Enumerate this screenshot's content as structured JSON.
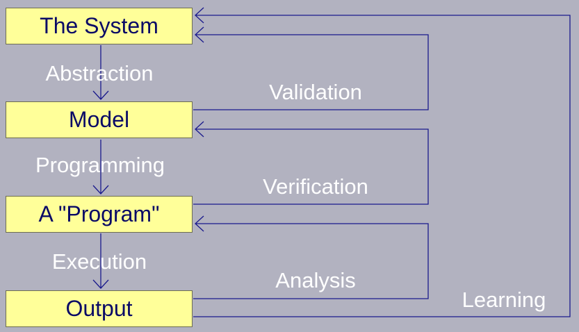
{
  "colors": {
    "background": "#b2b2c0",
    "box_fill": "#ffff99",
    "box_text": "#0a0a66",
    "line": "#1a1a8c",
    "label": "#ffffff"
  },
  "nodes": {
    "system": "The System",
    "model": "Model",
    "program": "A \"Program\"",
    "output": "Output"
  },
  "edges": {
    "abstraction": "Abstraction",
    "programming": "Programming",
    "execution": "Execution",
    "validation": "Validation",
    "verification": "Verification",
    "analysis": "Analysis",
    "learning": "Learning"
  }
}
